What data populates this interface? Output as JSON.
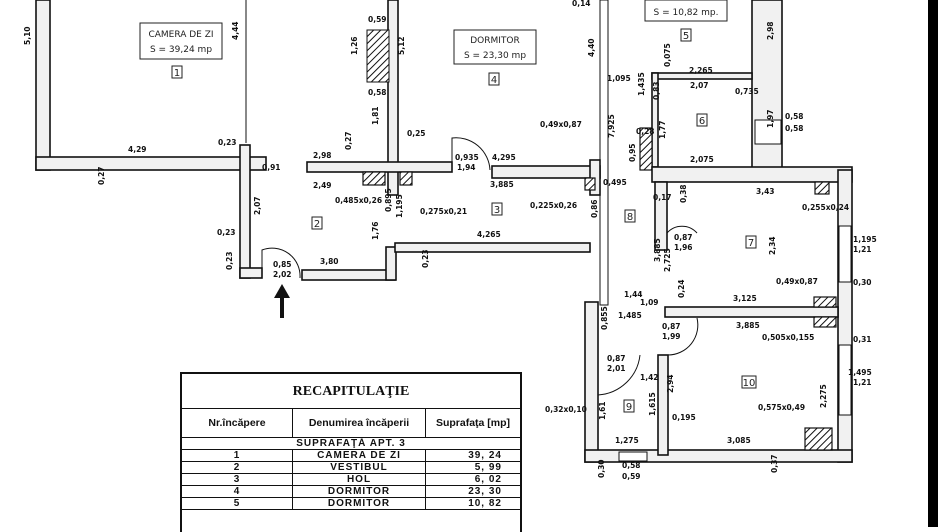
{
  "plan": {
    "rooms": [
      {
        "number": "1",
        "name": "CAMERA DE ZI",
        "area": "S = 39,24 mp"
      },
      {
        "number": "2"
      },
      {
        "number": "3"
      },
      {
        "number": "4",
        "name": "DORMITOR",
        "area": "S = 23,30 mp"
      },
      {
        "number": "5",
        "area": "S = 10,82 mp."
      },
      {
        "number": "6"
      },
      {
        "number": "7"
      },
      {
        "number": "8"
      },
      {
        "number": "9"
      },
      {
        "number": "10"
      }
    ],
    "dimensions": [
      "5,10",
      "4,44",
      "4,29",
      "0,23",
      "0,27",
      "0,91",
      "0,59",
      "1,26",
      "0,58",
      "5,12",
      "1,81",
      "0,25",
      "2,98",
      "2,49",
      "0,27",
      "0,485x0,26",
      "2,07",
      "0,23",
      "0,85",
      "2,02",
      "3,80",
      "0,23",
      "0,895",
      "1,195",
      "0,275x0,21",
      "1,76",
      "0,23",
      "4,265",
      "0,935",
      "1,94",
      "4,295",
      "3,885",
      "0,225x0,26",
      "0,49x0,87",
      "4,40",
      "7,925",
      "0,86",
      "0,14",
      "2,98",
      "1,095",
      "0,075",
      "2,265",
      "2,07",
      "1,435",
      "0,83",
      "0,735",
      "1,97",
      "0,58",
      "0,58",
      "0,28",
      "1,77",
      "0,95",
      "2,075",
      "0,495",
      "0,17",
      "0,38",
      "3,43",
      "0,255x0,24",
      "0,87",
      "1,96",
      "3,885",
      "2,725",
      "2,34",
      "1,195",
      "1,21",
      "0,49x0,87",
      "0,30",
      "0,24",
      "3,125",
      "1,44",
      "1,09",
      "1,485",
      "0,855",
      "0,87",
      "1,99",
      "3,885",
      "0,505x0,155",
      "0,31",
      "0,87",
      "2,01",
      "1,42",
      "2,94",
      "1,615",
      "0,195",
      "2,275",
      "1,495",
      "1,21",
      "0,575x0,49",
      "0,32x0,10",
      "1,61",
      "1,275",
      "3,085",
      "0,30",
      "0,58",
      "0,59",
      "0,37"
    ]
  },
  "table": {
    "title": "RECAPITULAŢIE",
    "headers": [
      "Nr.încăpere",
      "Denumirea încăperii",
      "Suprafaţa [mp]"
    ],
    "section": "SUPRAFAŢĂ APT. 3",
    "rows": [
      [
        "1",
        "CAMERA DE ZI",
        "39, 24"
      ],
      [
        "2",
        "VESTIBUL",
        "5, 99"
      ],
      [
        "3",
        "HOL",
        "6, 02"
      ],
      [
        "4",
        "DORMITOR",
        "23, 30"
      ],
      [
        "5",
        "DORMITOR",
        "10, 82"
      ]
    ]
  },
  "colors": {
    "ink": "#111111",
    "paper": "#ffffff",
    "wall_fill": "#f1f1f1"
  }
}
